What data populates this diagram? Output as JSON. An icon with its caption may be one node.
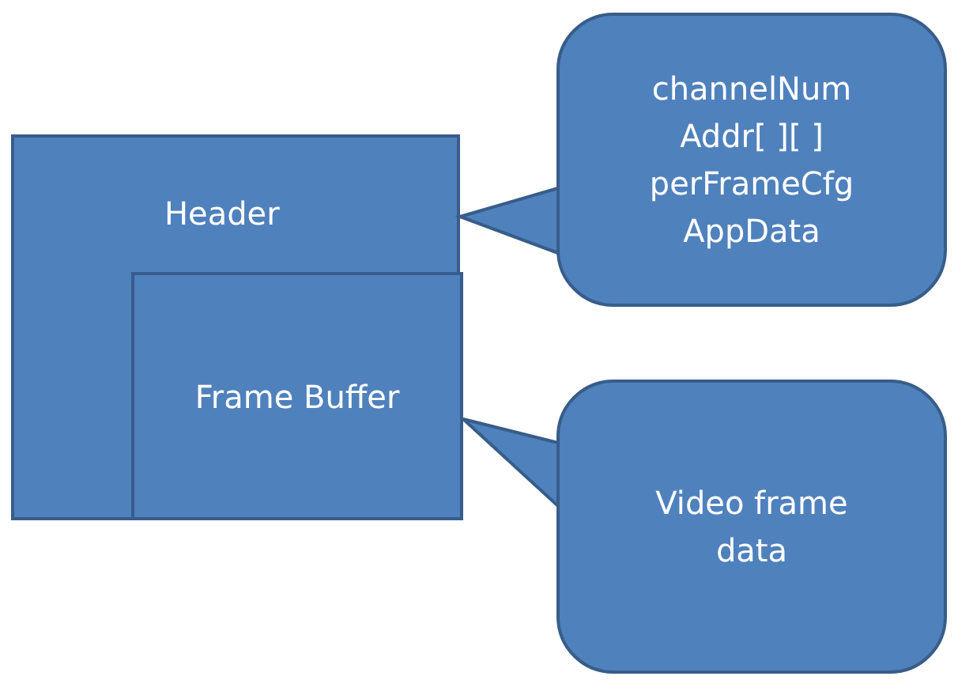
{
  "diagram": {
    "nodes": [
      {
        "text": [
          "Header"
        ]
      },
      {
        "text": [
          "Frame Buffer"
        ],
        "in": 0
      },
      {
        "text": [
          "channelNum",
          "Addr[ ][ ]",
          "perFrameCfg",
          "AppData"
        ]
      },
      {
        "text": [
          "Video frame data"
        ]
      }
    ],
    "edges": [
      {
        "from": 2,
        "to": 0,
        "arrow": "to"
      },
      {
        "from": 3,
        "to": 1,
        "arrow": "to"
      }
    ]
  }
}
